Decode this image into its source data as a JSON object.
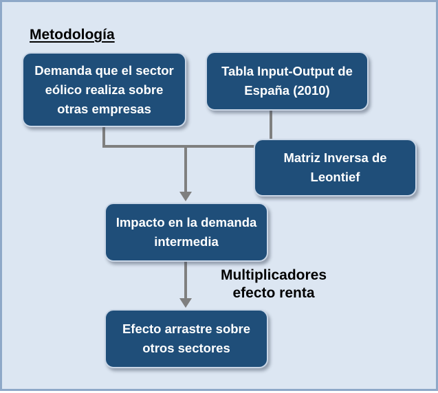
{
  "title": "Metodología",
  "nodes": {
    "demanda": "Demanda que el sector eólico realiza sobre otras empresas",
    "tabla": "Tabla Input-Output de España (2010)",
    "matriz": "Matriz Inversa de Leontief",
    "impacto": "Impacto en la demanda intermedia",
    "efecto": "Efecto arrastre sobre otros sectores"
  },
  "edge_label": "Multiplicadores efecto renta",
  "colors": {
    "background": "#dce6f2",
    "frame_border": "#8ea8c8",
    "node_fill": "#1f4e79",
    "connector": "#7f7f7f"
  }
}
